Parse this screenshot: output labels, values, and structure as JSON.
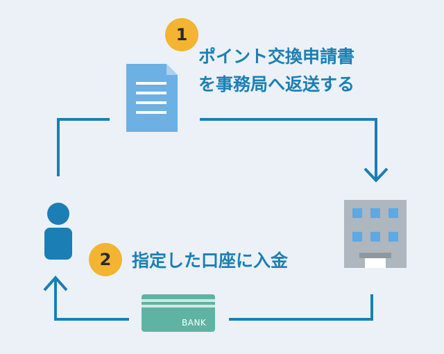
{
  "colors": {
    "background": "#ebf1f7",
    "flow_line": "#1b7fb5",
    "label_text": "#1b7fb5",
    "badge": "#f3b432",
    "document": "#6cb0e4",
    "person": "#1b7fb5",
    "building": "#aeb6be",
    "building_window": "#5fa8e2",
    "card": "#5fb3a2"
  },
  "steps": [
    {
      "number": "1",
      "line1": "ポイント交換申請書",
      "line2": "を事務局へ返送する"
    },
    {
      "number": "2",
      "line1": "指定した口座に入金"
    }
  ],
  "card": {
    "text": "BANK"
  },
  "icons": [
    "document-icon",
    "person-icon",
    "office-building-icon",
    "bank-card-icon",
    "arrow-down-icon",
    "arrow-up-icon"
  ]
}
